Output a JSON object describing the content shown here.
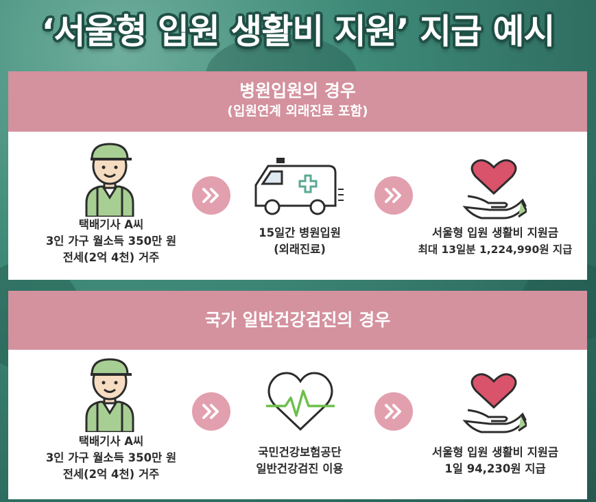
{
  "title": "‘서울형 입원 생활비 지원’ 지급 예시",
  "section1": {
    "title": "병원입원의 경우",
    "subtitle": "(입원연계 외래진료 포함)",
    "person": [
      "택배기사 A씨",
      "3인 가구 월소득 350만 원",
      "전세(2억 4천) 거주"
    ],
    "step2": [
      "15일간 병원입원",
      "(외래진료)"
    ],
    "step3": [
      "서울형 입원 생활비 지원금",
      "최대 13일분 1,224,990원 지급"
    ]
  },
  "section2": {
    "title": "국가 일반건강검진의 경우",
    "person": [
      "택배기사 A씨",
      "3인 가구 월소득 350만 원",
      "전세(2억 4천) 거주"
    ],
    "step2": [
      "국민건강보험공단",
      "일반건강검진 이용"
    ],
    "step3": [
      "서울형 입원 생활비 지원금",
      "1일 94,230원 지급"
    ]
  },
  "icons": {
    "person": "delivery-worker-icon",
    "ambulance": "ambulance-icon",
    "heartbeat": "heartbeat-icon",
    "heart_hand": "heart-hand-icon",
    "arrow": "double-chevron-right-icon"
  },
  "colors": {
    "header": "#d4919e",
    "arrow": "#e2a0ae",
    "background": "#3f8a78",
    "heart": "#d9536a",
    "green": "#6cbf4b"
  }
}
